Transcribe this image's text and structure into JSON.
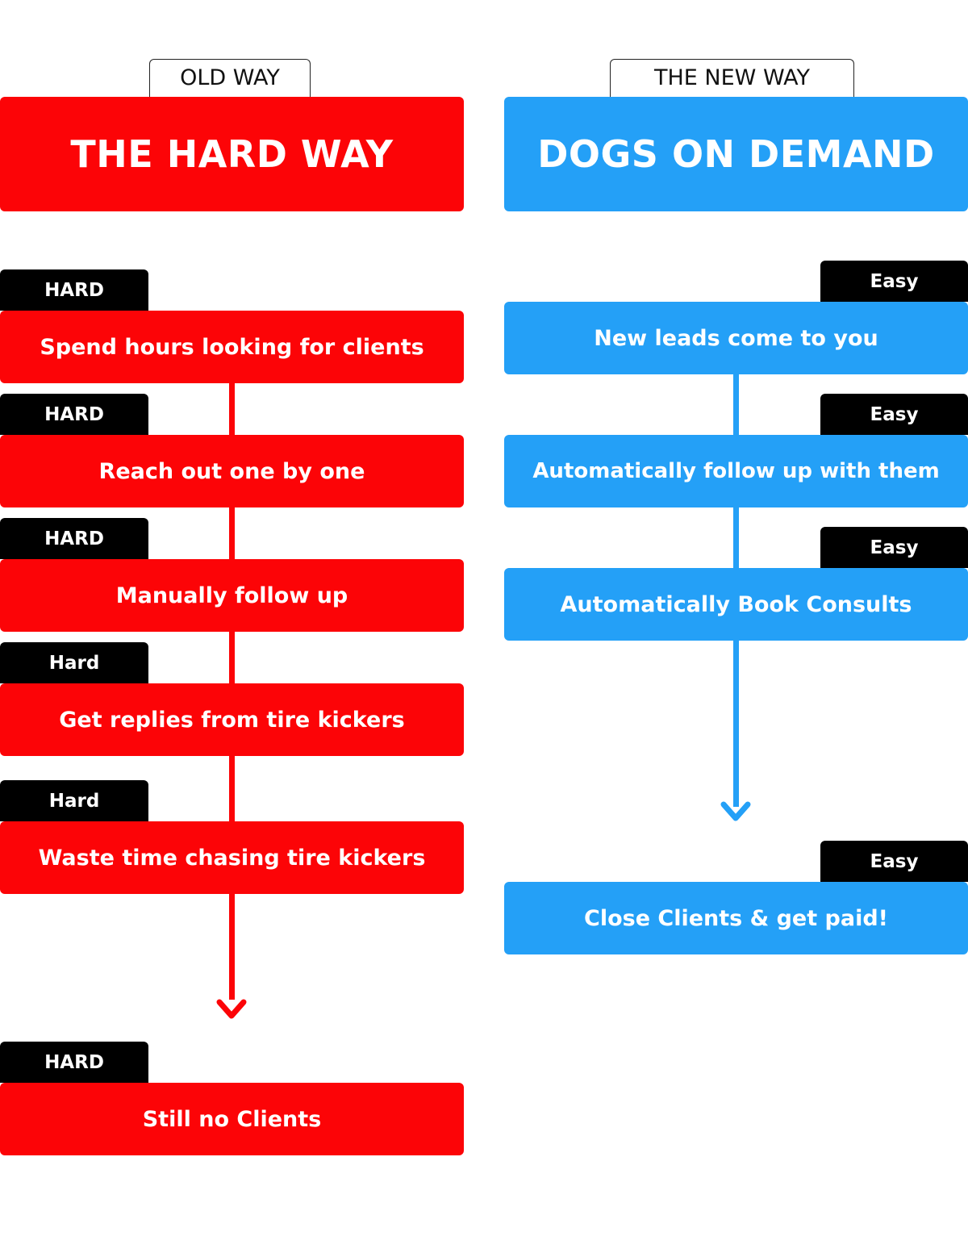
{
  "colors": {
    "old": "#fc0407",
    "new": "#24a0f7",
    "badge": "#000000"
  },
  "left": {
    "tab_label": "OLD WAY",
    "title": "THE HARD WAY",
    "steps": [
      {
        "badge": "HARD",
        "label": "Spend hours looking for clients"
      },
      {
        "badge": "HARD",
        "label": "Reach out one by one"
      },
      {
        "badge": "HARD",
        "label": "Manually follow up"
      },
      {
        "badge": "Hard",
        "label": "Get replies from tire kickers"
      },
      {
        "badge": "Hard",
        "label": "Waste time chasing tire kickers"
      },
      {
        "badge": "HARD",
        "label": "Still no Clients"
      }
    ]
  },
  "right": {
    "tab_label": "THE NEW WAY",
    "title": "DOGS ON DEMAND",
    "steps": [
      {
        "badge": "Easy",
        "label": "New leads come to you"
      },
      {
        "badge": "Easy",
        "label": "Automatically follow up with them"
      },
      {
        "badge": "Easy",
        "label": "Automatically Book Consults"
      },
      {
        "badge": "Easy",
        "label": "Close Clients & get paid!"
      }
    ]
  }
}
